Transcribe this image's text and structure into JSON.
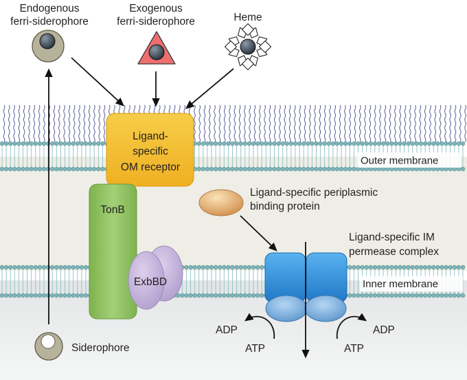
{
  "ligands": {
    "endogenous": [
      "Endogenous",
      "ferri-siderophore"
    ],
    "exogenous": [
      "Exogenous",
      "ferri-siderophore"
    ],
    "heme": "Heme"
  },
  "proteins": {
    "om_receptor": [
      "Ligand-",
      "specific",
      "OM receptor"
    ],
    "tonb": "TonB",
    "exbbd": "ExbBD",
    "periplasmic_binding_protein": [
      "Ligand-specific periplasmic",
      "binding protein"
    ],
    "im_permease": [
      "Ligand-specific IM",
      "permease complex"
    ]
  },
  "membranes": {
    "outer": "Outer membrane",
    "inner": "Inner membrane"
  },
  "atp_cycle": {
    "left_in": "ATP",
    "left_out": "ADP",
    "right_in": "ATP",
    "right_out": "ADP"
  },
  "siderophore": "Siderophore",
  "colors": {
    "cytoplasm": "#d9dcde",
    "periplasm": "#eeeee6",
    "lipid_head": "#7fb4b8",
    "om_receptor": "#f3bd2b",
    "tonb": "#8fc060",
    "exbbd": "#c7b6dc",
    "permease": "#3f9ae0",
    "binding_protein": "#dba36a",
    "siderophore_shell": "#b7b29a",
    "iron": "#3d4a55"
  }
}
